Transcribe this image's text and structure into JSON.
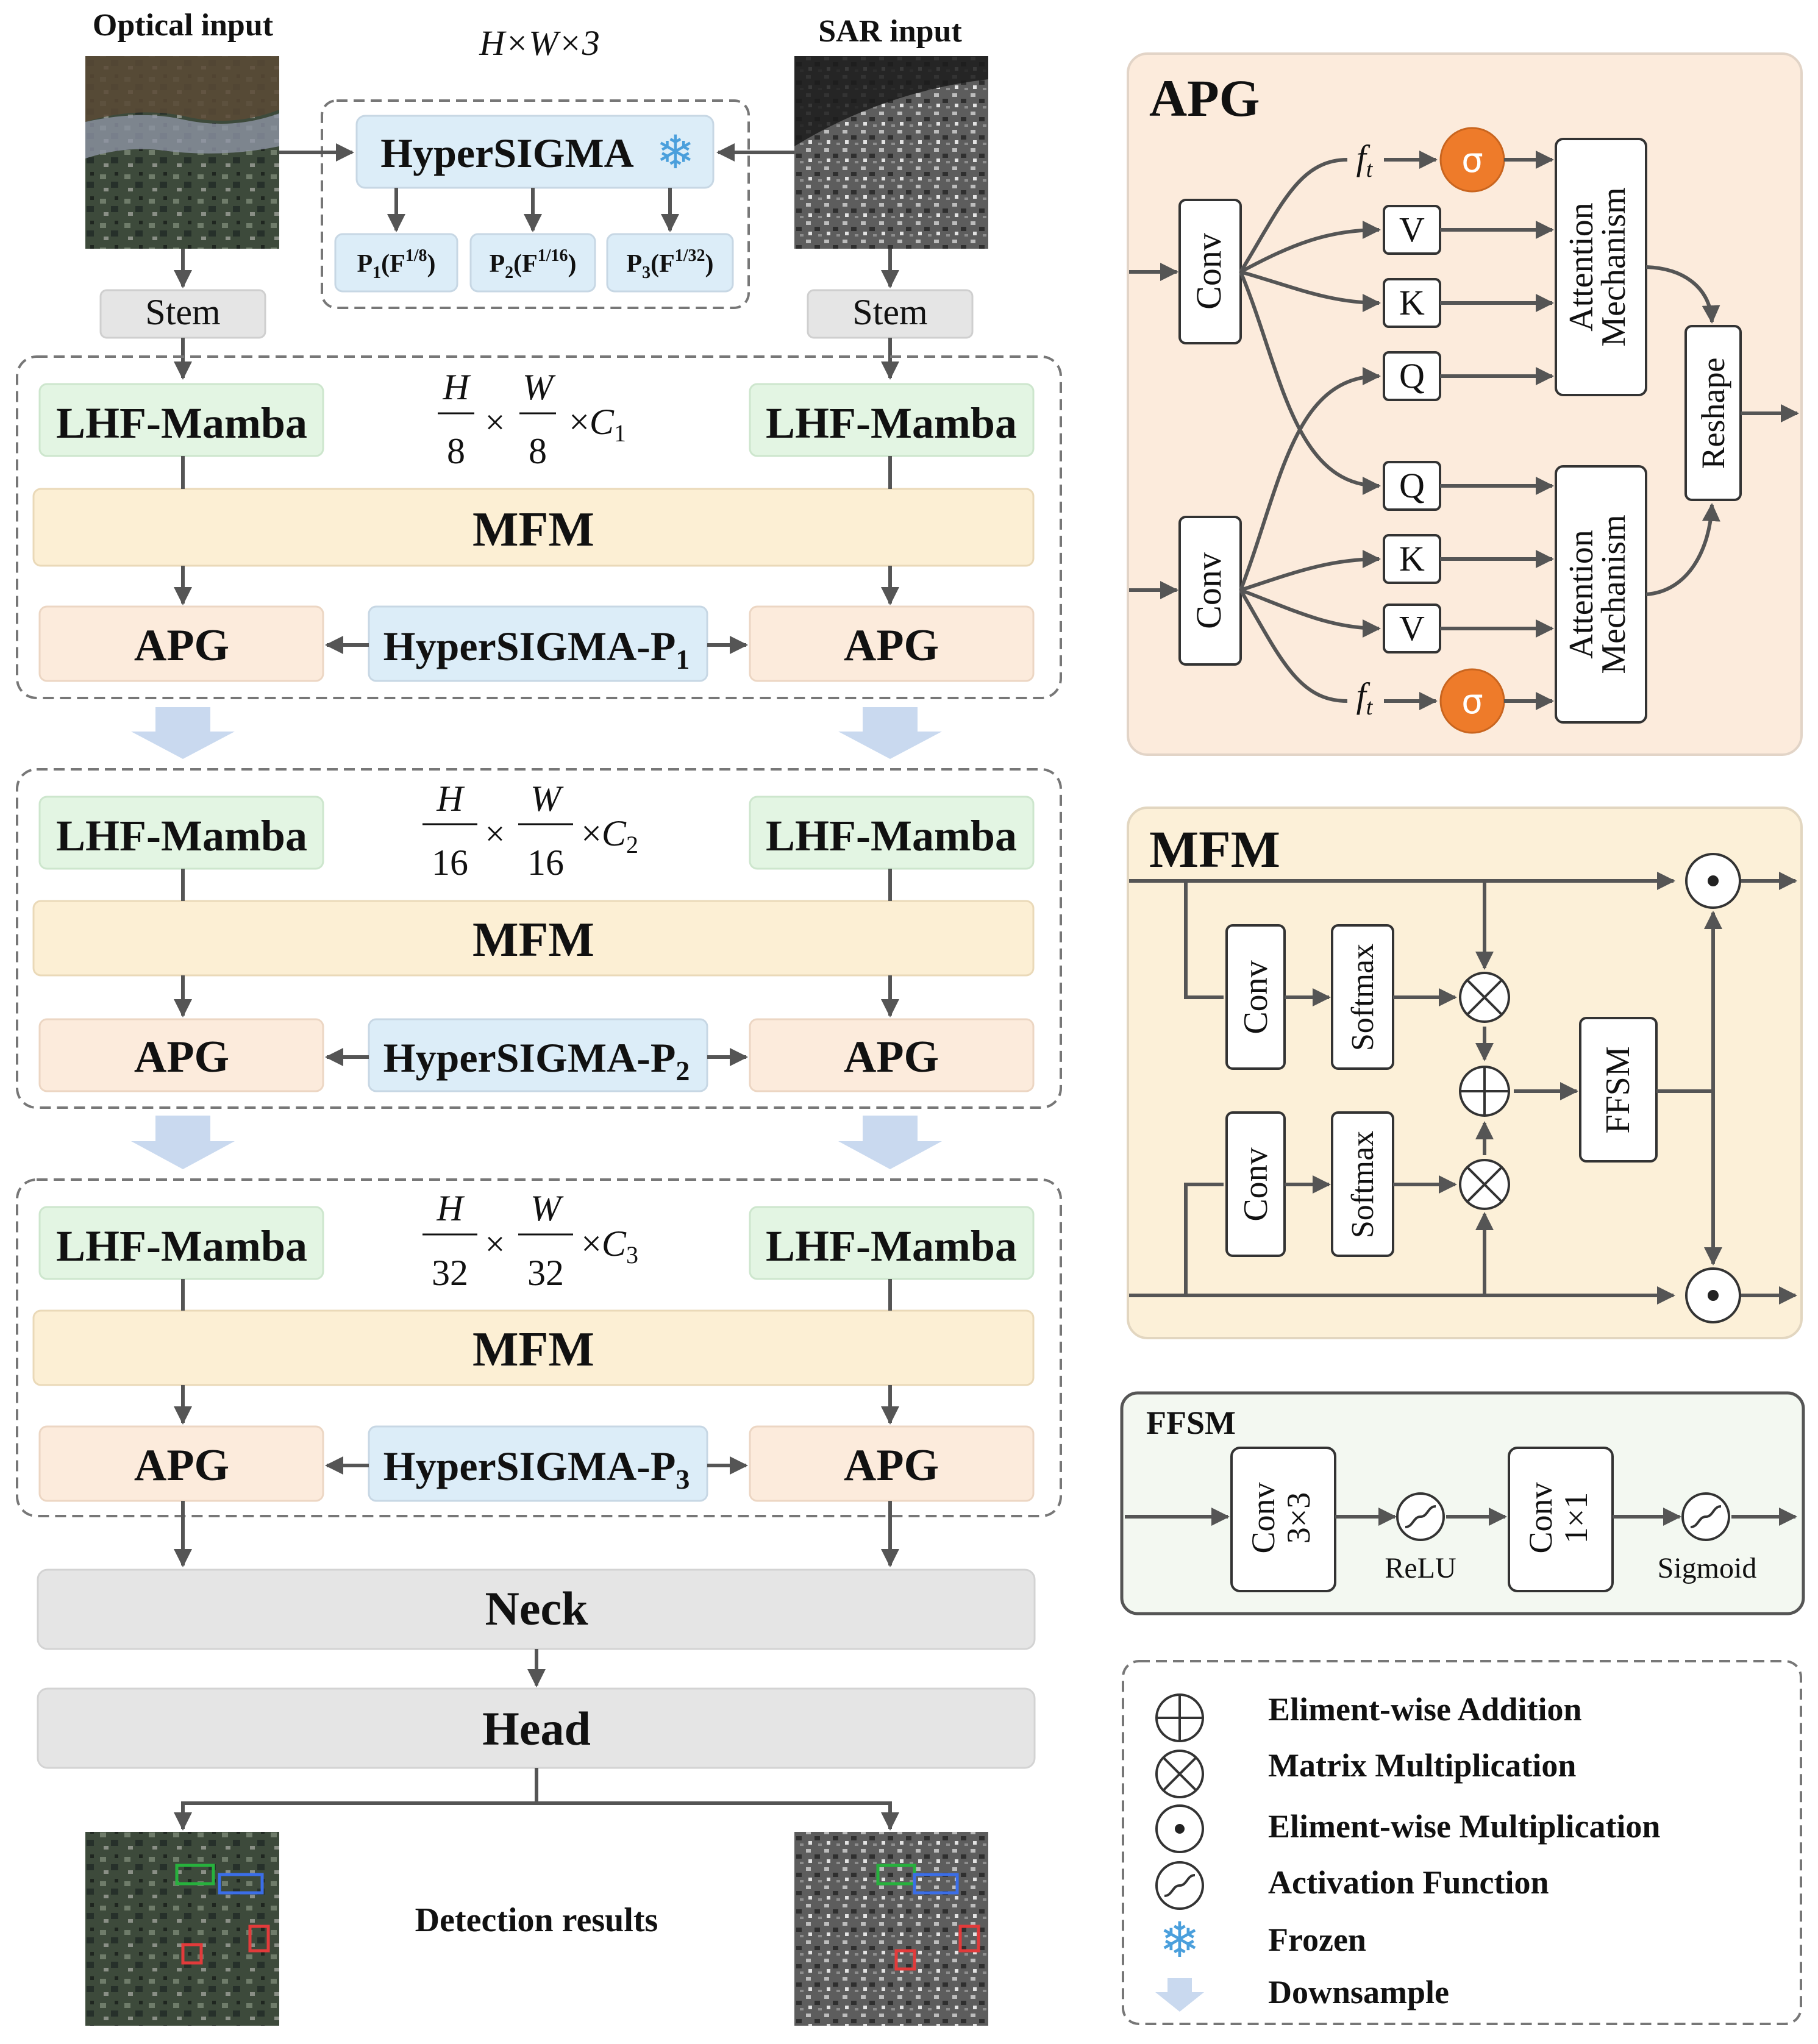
{
  "inputs": {
    "optical_label": "Optical input",
    "sar_label": "SAR input",
    "input_size": "H×W×3"
  },
  "hypersigma": {
    "title": "HyperSIGMA",
    "frozen_icon": "snowflake-icon",
    "pyramid": [
      {
        "base": "P",
        "sub": "1",
        "paren": "(F",
        "sup": "1/8",
        "close": ")"
      },
      {
        "base": "P",
        "sub": "2",
        "paren": "(F",
        "sup": "1/16",
        "close": ")"
      },
      {
        "base": "P",
        "sub": "3",
        "paren": "(F",
        "sup": "1/32",
        "close": ")"
      }
    ]
  },
  "stem_label": "Stem",
  "stages": [
    {
      "lhf": "LHF-Mamba",
      "mfm": "MFM",
      "apg": "APG",
      "p_main": "HyperSIGMA-P",
      "p_sub": "1",
      "dim": {
        "hn": "H",
        "hd": "8",
        "wn": "W",
        "wd": "8",
        "times": "×",
        "c": "C",
        "csub": "1"
      }
    },
    {
      "lhf": "LHF-Mamba",
      "mfm": "MFM",
      "apg": "APG",
      "p_main": "HyperSIGMA-P",
      "p_sub": "2",
      "dim": {
        "hn": "H",
        "hd": "16",
        "wn": "W",
        "wd": "16",
        "times": "×",
        "c": "C",
        "csub": "2"
      }
    },
    {
      "lhf": "LHF-Mamba",
      "mfm": "MFM",
      "apg": "APG",
      "p_main": "HyperSIGMA-P",
      "p_sub": "3",
      "dim": {
        "hn": "H",
        "hd": "32",
        "wn": "W",
        "wd": "32",
        "times": "×",
        "c": "C",
        "csub": "3"
      }
    }
  ],
  "neck": "Neck",
  "head": "Head",
  "detection_label": "Detection results",
  "apg_panel": {
    "title": "APG",
    "conv": "Conv",
    "f_t": "f",
    "f_t_sub": "t",
    "sigma": "σ",
    "v": "V",
    "k": "K",
    "q": "Q",
    "attention": [
      "Attention",
      "Mechanism"
    ],
    "reshape": "Reshape"
  },
  "mfm_panel": {
    "title": "MFM",
    "conv": "Conv",
    "softmax": "Softmax",
    "ffsm": "FFSM"
  },
  "ffsm_panel": {
    "title": "FFSM",
    "conv3": [
      "Conv",
      "3×3"
    ],
    "conv1": [
      "Conv",
      "1×1"
    ],
    "relu": "ReLU",
    "sigmoid": "Sigmoid"
  },
  "legend": [
    {
      "icon": "circle-plus-icon",
      "label": "Eliment-wise Addition"
    },
    {
      "icon": "circle-times-icon",
      "label": "Matrix Multiplication"
    },
    {
      "icon": "circle-dot-icon",
      "label": "Eliment-wise Multiplication"
    },
    {
      "icon": "activation-icon",
      "label": "Activation Function"
    },
    {
      "icon": "snowflake-icon",
      "label": "Frozen"
    },
    {
      "icon": "downsample-arrow-icon",
      "label": "Downsample"
    }
  ],
  "colors": {
    "lhf_fill": "#e3f5e3",
    "mfm_fill": "#fcefd4",
    "apg_fill": "#fcebdc",
    "hyper_fill": "#dcedf8",
    "gray_fill": "#e5e5e5",
    "panel_apg": "#fcebdc",
    "panel_mfm": "#fcf0d8",
    "panel_ffsm": "#f3f8f1",
    "sigma_fill": "#ee7b2a",
    "arrow": "#555555",
    "downsample": "#c9d9ef",
    "snow": "#4a9fdc"
  }
}
